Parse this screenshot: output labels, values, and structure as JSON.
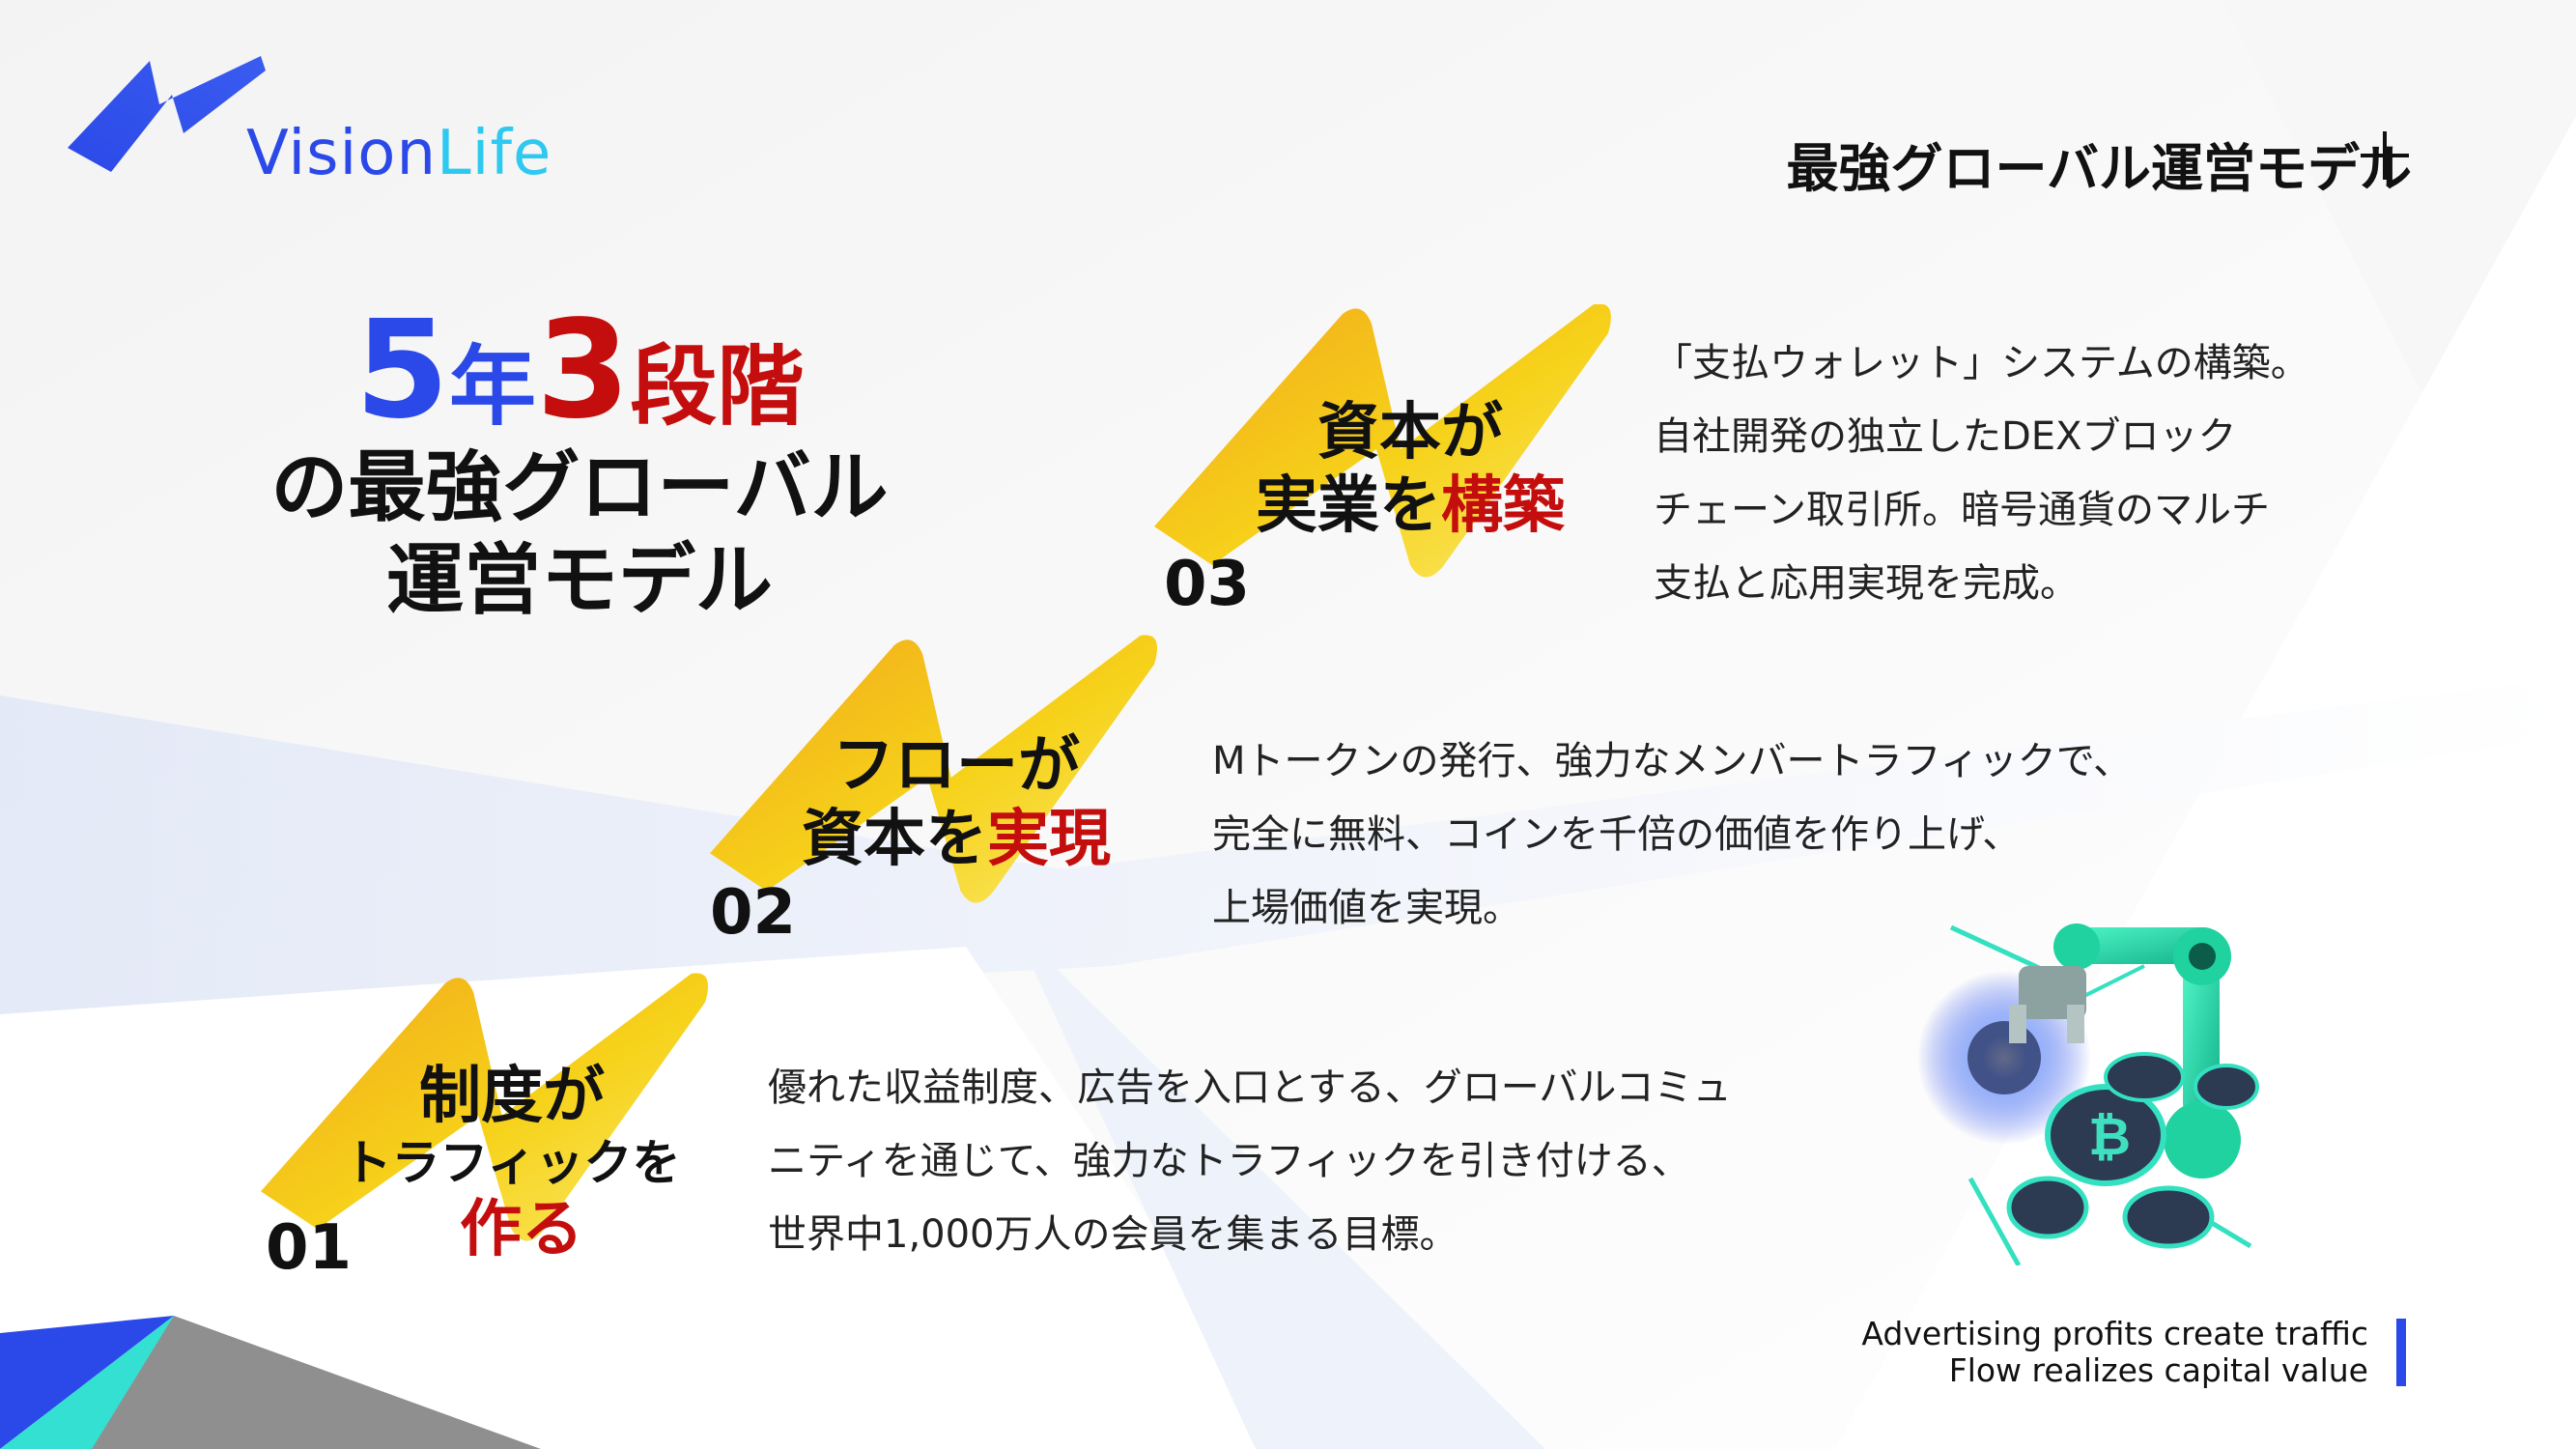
{
  "logo": {
    "part1": "Vision",
    "part2": "Life"
  },
  "header": {
    "title": "最強グローバル運営モデル"
  },
  "heading": {
    "num1": "5",
    "unit1": "年",
    "num2": "3",
    "unit2": "段階",
    "line2": "の最強グローバル",
    "line3": "運営モデル"
  },
  "steps": [
    {
      "num": "01",
      "label_line1": "制度が",
      "label_line2": "トラフィックを",
      "label_line3": "作る",
      "desc": [
        "優れた収益制度、広告を入口とする、グローバルコミュ",
        "ニティを通じて、強力なトラフィックを引き付ける、",
        "世界中1,000万人の会員を集まる目標。"
      ]
    },
    {
      "num": "02",
      "label_line1": "フローが",
      "label_line2a": "資本を",
      "label_line2b": "実現",
      "desc": [
        "Mトークンの発行、強力なメンバートラフィックで、",
        "完全に無料、コインを千倍の価値を作り上げ、",
        "上場価値を実現。"
      ]
    },
    {
      "num": "03",
      "label_line1": "資本が",
      "label_line2a": "実業を",
      "label_line2b": "構築",
      "desc": [
        "「支払ウォレット」システムの構築。",
        "自社開発の独立したDEXブロック",
        "チェーン取引所。暗号通貨のマルチ",
        "支払と応用実現を完成。"
      ]
    }
  ],
  "footer": {
    "line1": "Advertising profits create traffic",
    "line2": "Flow realizes capital value"
  },
  "colors": {
    "blue": "#2b49e8",
    "cyan": "#2ec9f0",
    "red": "#c40e0e",
    "yellow": "#f6d21a",
    "orange": "#f2a81c"
  },
  "icons": [
    "logo-mark-icon",
    "plus-icon",
    "lightning-mark-icon",
    "robot-arm-illustration"
  ]
}
